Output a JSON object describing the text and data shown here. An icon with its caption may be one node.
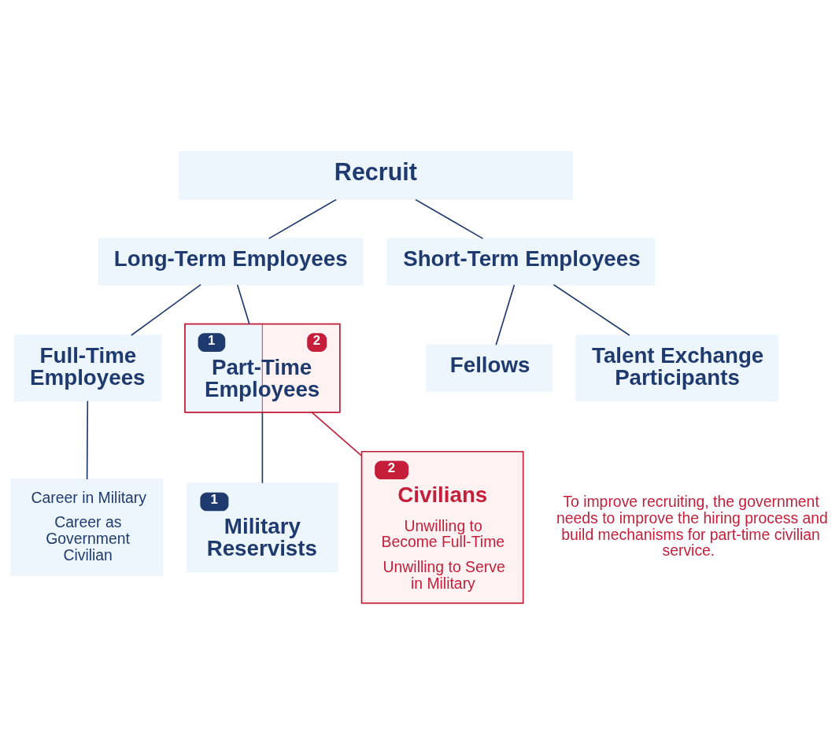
{
  "diagram": {
    "nodes": [
      {
        "text": [
          "Recruit"
        ]
      },
      {
        "text": [
          "Long-Term Employees"
        ]
      },
      {
        "text": [
          "Short-Term Employees"
        ]
      },
      {
        "text": [
          "Full-Time Employees"
        ]
      },
      {
        "text": [
          "1",
          "2",
          "Part-Time Employees"
        ]
      },
      {
        "text": [
          "Fellows"
        ]
      },
      {
        "text": [
          "Talent Exchange Participants"
        ]
      },
      {
        "text": [
          "Career in Military",
          "Career as Government Civilian"
        ]
      },
      {
        "text": [
          "1",
          "Military Reservists"
        ]
      },
      {
        "text": [
          "Civilians",
          "2",
          "Unwilling to Become Full-Time",
          "Unwilling to Serve in Military"
        ]
      }
    ],
    "edges": [
      {
        "from": 0,
        "to": 1,
        "arrow": "none"
      },
      {
        "from": 0,
        "to": 2,
        "arrow": "none"
      },
      {
        "from": 1,
        "to": 3,
        "arrow": "none"
      },
      {
        "from": 1,
        "to": 4,
        "arrow": "none"
      },
      {
        "from": 2,
        "to": 5,
        "arrow": "none"
      },
      {
        "from": 2,
        "to": 6,
        "arrow": "none"
      },
      {
        "from": 3,
        "to": 7,
        "arrow": "none"
      },
      {
        "from": 4,
        "to": 8,
        "arrow": "none"
      },
      {
        "from": 4,
        "to": 9,
        "arrow": "none",
        "color": "#c41e3a"
      }
    ],
    "labels": [
      "To improve recruiting, the government needs to improve the hiring process and build mechanisms for part-time civilian service."
    ]
  }
}
